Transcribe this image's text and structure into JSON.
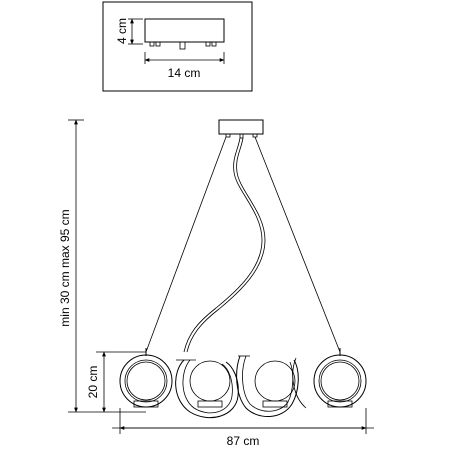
{
  "inset": {
    "height_label": "4 cm",
    "width_label": "14 cm"
  },
  "dimensions": {
    "height_range_label": "min 30 cm max 95 cm",
    "fixture_height_label": "20 cm",
    "overall_width_label": "87 cm"
  }
}
